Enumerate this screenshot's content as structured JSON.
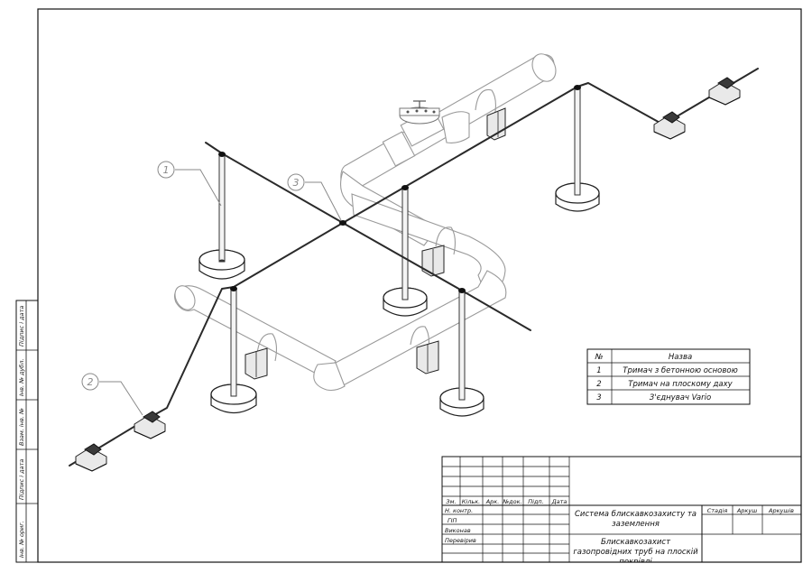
{
  "callouts": [
    "1",
    "2",
    "3"
  ],
  "legend": {
    "header_num": "№",
    "header_name": "Назва",
    "rows": [
      {
        "num": "1",
        "name": "Тримач з бетонною основою"
      },
      {
        "num": "2",
        "name": "Тримач на плоскому даху"
      },
      {
        "num": "3",
        "name": "З'єднувач  Vario"
      }
    ]
  },
  "side_stamp": [
    "Інв. № ориг.",
    "Підпис і дата",
    "Взам. інв. №",
    "Інв. № дубл.",
    "Підпис і дата"
  ],
  "title_block": {
    "col_headers": [
      "Зм.",
      "Кільк.",
      "Арк.",
      "№док.",
      "Підп.",
      "Дата"
    ],
    "roles": [
      "Н. контр.",
      "ГІП",
      "Виконав",
      "Перевірив"
    ],
    "project_title": "Система блискавкозахисту та заземлення",
    "sheet_title": "Блискавкозахист газопровідних труб на плоскій покрівлі",
    "stage_headers": [
      "Стадія",
      "Аркуш",
      "Аркушів"
    ]
  }
}
